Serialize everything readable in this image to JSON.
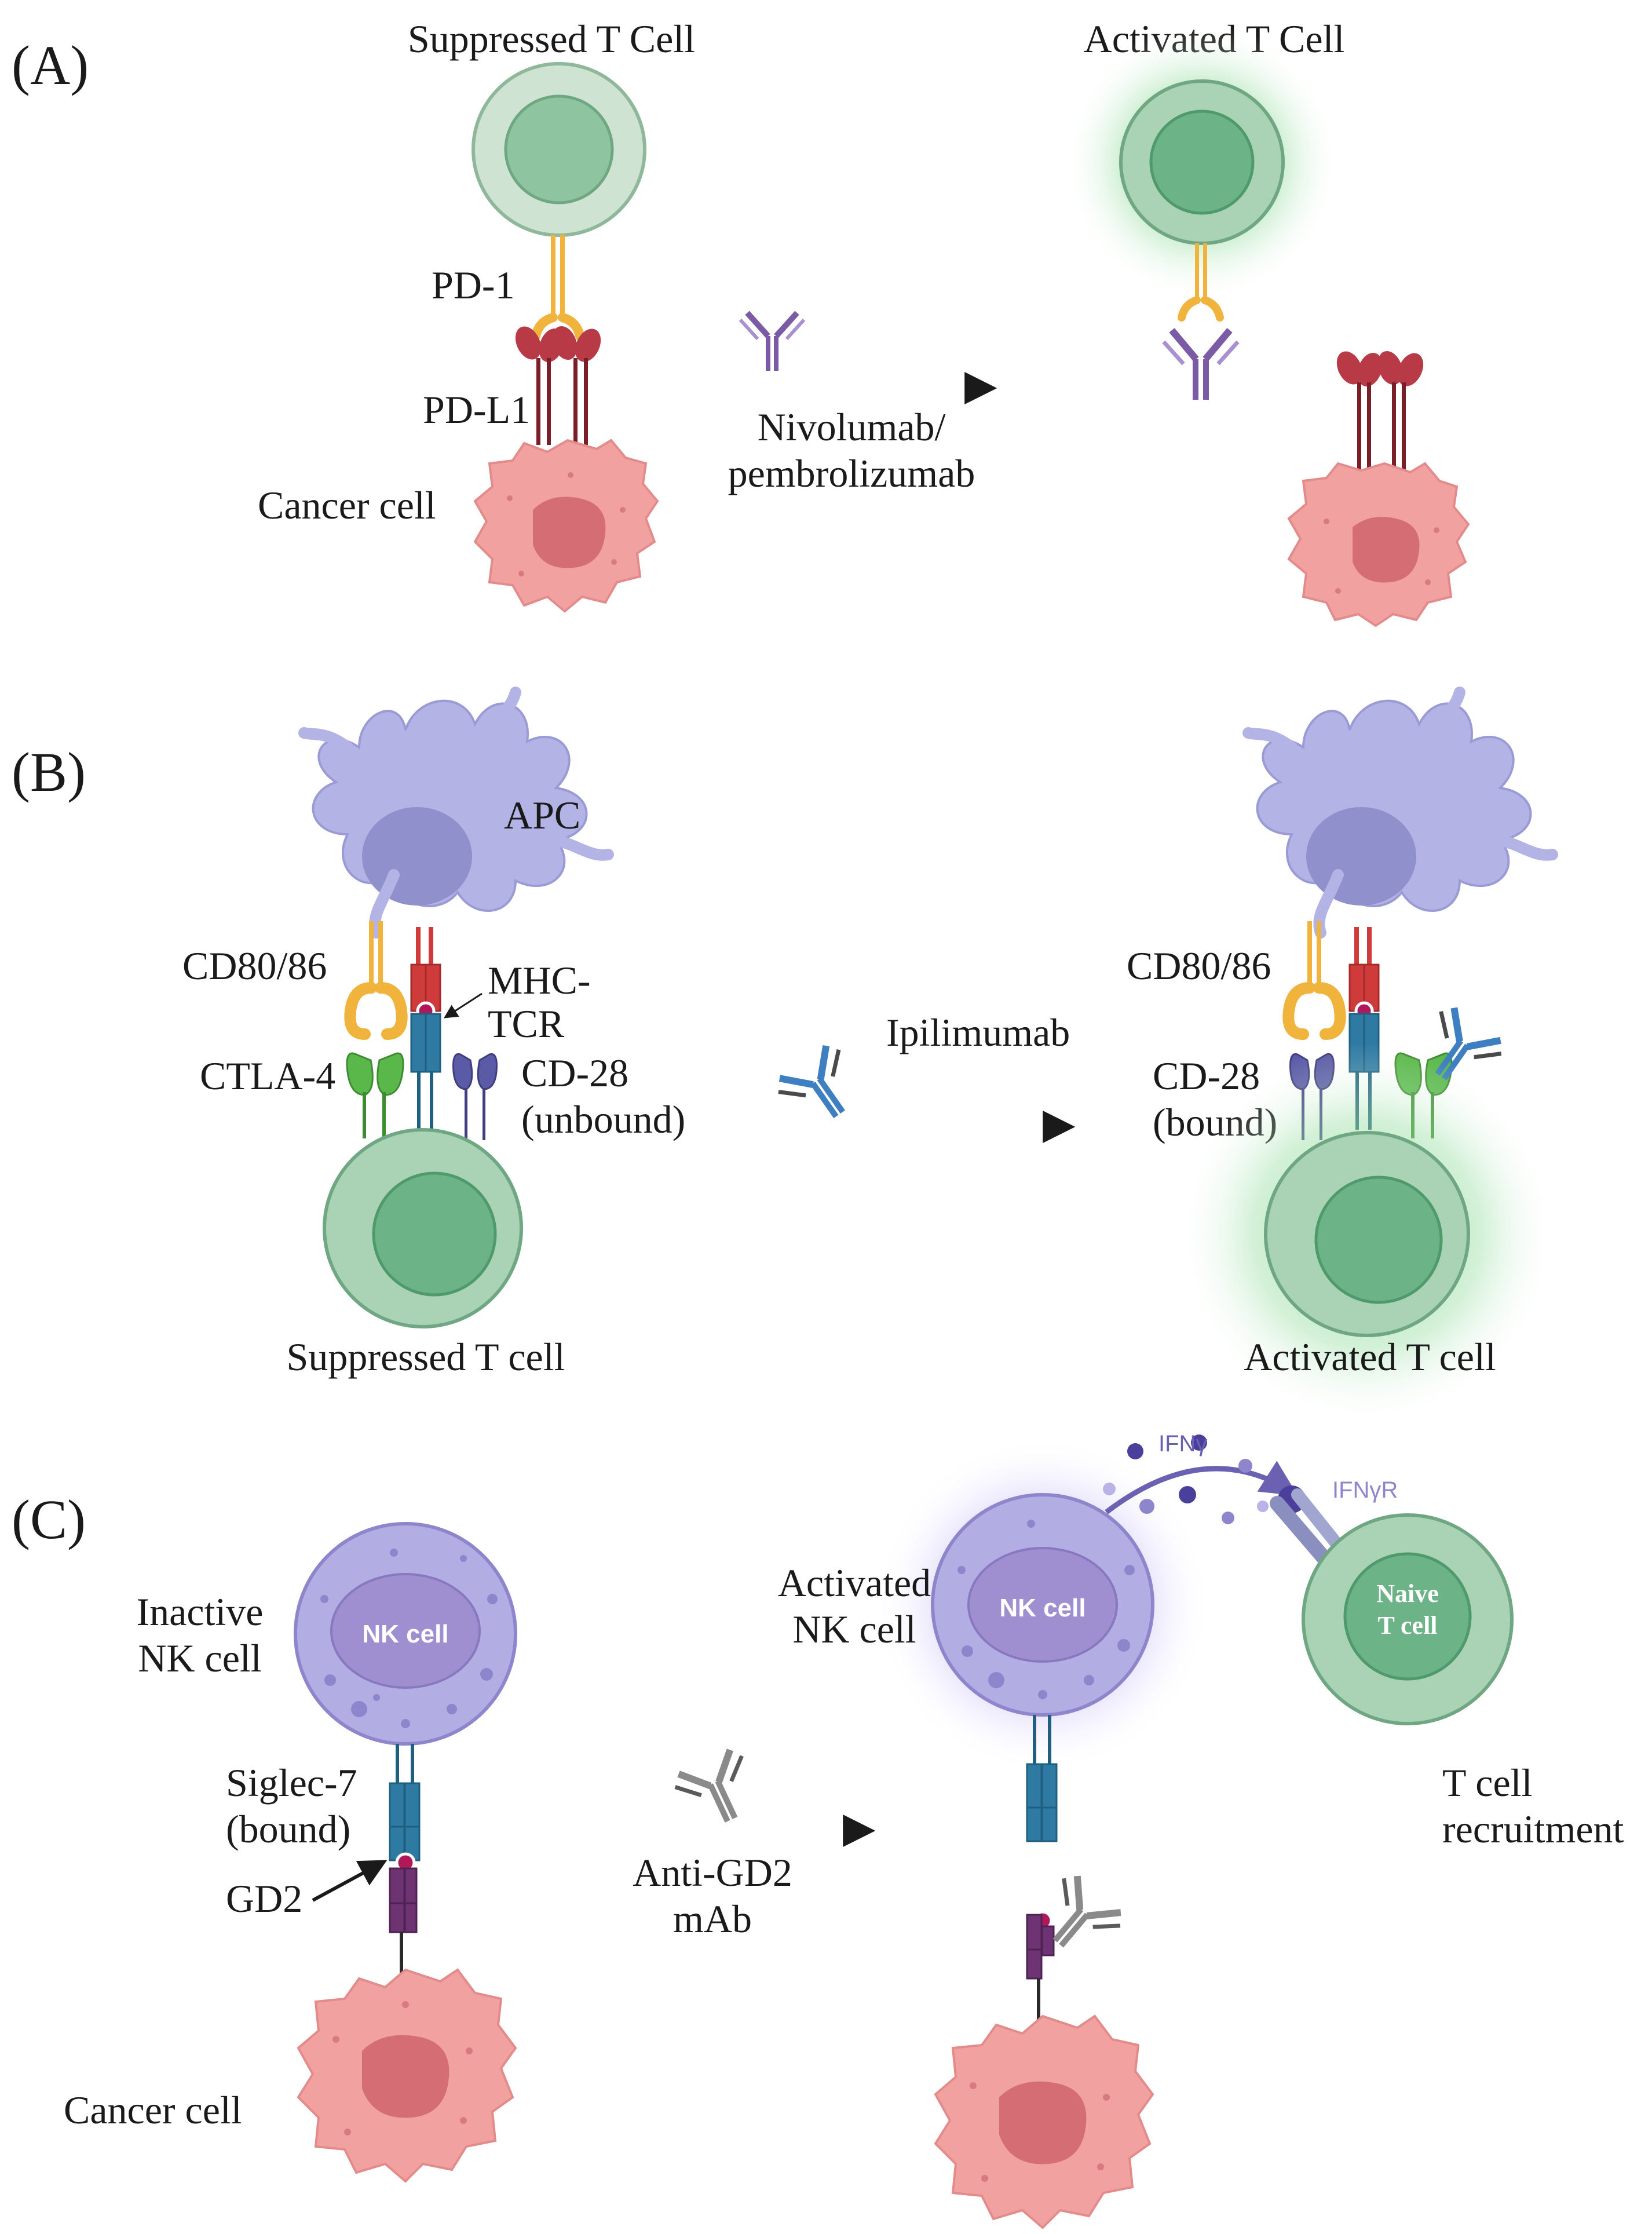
{
  "panels": {
    "a": {
      "tag": "(A)",
      "suppressed_title": "Suppressed T Cell",
      "activated_title": "Activated T Cell",
      "pd1": "PD-1",
      "pdl1": "PD-L1",
      "cancer": "Cancer cell",
      "drug_line1": "Nivolumab/",
      "drug_line2": "pembrolizumab"
    },
    "b": {
      "tag": "(B)",
      "apc": "APC",
      "cd8086_left": "CD80/86",
      "cd8086_right": "CD80/86",
      "mhc_line1": "MHC-",
      "mhc_line2": "TCR",
      "ctla4": "CTLA-4",
      "cd28_unbound_line1": "CD-28",
      "cd28_unbound_line2": "(unbound)",
      "drug": "Ipilimumab",
      "cd28_bound_line1": "CD-28",
      "cd28_bound_line2": "(bound)",
      "suppressed": "Suppressed T cell",
      "activated": "Activated T cell"
    },
    "c": {
      "tag": "(C)",
      "inactive_line1": "Inactive",
      "inactive_line2": "NK cell",
      "nk_label_left": "NK cell",
      "siglec_line1": "Siglec-7",
      "siglec_line2": "(bound)",
      "gd2": "GD2",
      "cancer": "Cancer cell",
      "drug_line1": "Anti-GD2",
      "drug_line2": "mAb",
      "activated_line1": "Activated",
      "activated_line2": "NK cell",
      "nk_label_right": "NK cell",
      "ifng": "IFNγ",
      "ifngr": "IFNγR",
      "naive_line1": "Naive",
      "naive_line2": "T cell",
      "recruit_line1": "T cell",
      "recruit_line2": "recruitment"
    }
  },
  "colors": {
    "tcell_outer": "#cfe3d2",
    "tcell_inner": "#8fc4a0",
    "tcell_active_outer": "#a9d3b4",
    "tcell_active_inner": "#6cb387",
    "cancer": "#f2a1a1",
    "cancer_nucleus": "#d46e74",
    "apc": "#b3b3e6",
    "apc_nucleus": "#9090cc",
    "nk": "#b2aee3",
    "nk_nucleus": "#9f8fd1",
    "pd1": "#f0b33c",
    "pdl1": "#b83a46",
    "antibody_purple": "#7b5aa6",
    "antibody_blue": "#3d7fc1",
    "antibody_grey": "#8a8a8a",
    "ctla4": "#5ab84a",
    "tcr": "#2f7aa3",
    "mhc": "#cf3a3a",
    "cd28": "#5b5aa6",
    "gd2": "#6d3373",
    "green_glow": "#7ed68a",
    "purple_glow": "#a695f2"
  }
}
